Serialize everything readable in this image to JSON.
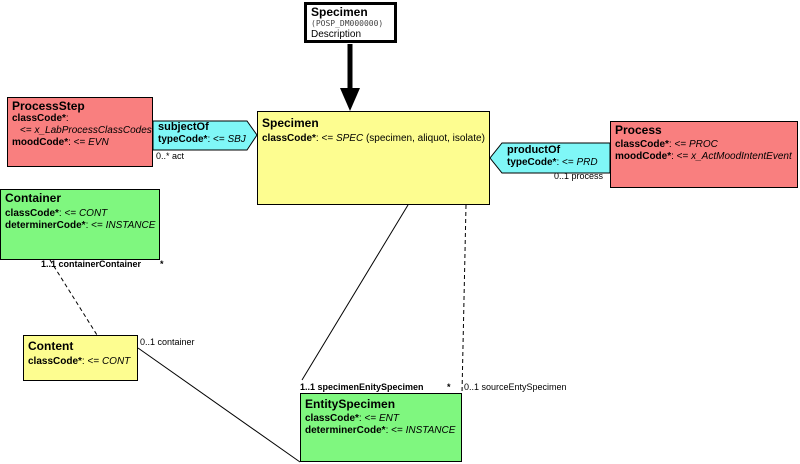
{
  "header": {
    "title": "Specimen",
    "code": "(POSP_DM000000)",
    "description": "Description"
  },
  "classes": {
    "process_step": {
      "title": "ProcessStep",
      "attrs": [
        {
          "name": "classCode*",
          "op": ":",
          "value": ""
        },
        {
          "name": "",
          "op": "<= ",
          "value": "x_LabProcessClassCodes"
        },
        {
          "name": "moodCode*",
          "op": ": <= ",
          "value": "EVN"
        }
      ]
    },
    "specimen": {
      "title": "Specimen",
      "attrs": [
        {
          "name": "classCode*",
          "op": ": <= ",
          "value": "SPEC",
          "extra": " (specimen, aliquot, isolate)"
        }
      ]
    },
    "process": {
      "title": "Process",
      "attrs": [
        {
          "name": "classCode*",
          "op": ": <= ",
          "value": "PROC"
        },
        {
          "name": "moodCode*",
          "op": ": <= ",
          "value": "x_ActMoodIntentEvent"
        }
      ]
    },
    "container": {
      "title": "Container",
      "attrs": [
        {
          "name": "classCode*",
          "op": ": <= ",
          "value": "CONT"
        },
        {
          "name": "determinerCode*",
          "op": ": <= ",
          "value": "INSTANCE"
        }
      ]
    },
    "content": {
      "title": "Content",
      "attrs": [
        {
          "name": "classCode*",
          "op": ": <= ",
          "value": "CONT"
        }
      ]
    },
    "entity_specimen": {
      "title": "EntitySpecimen",
      "attrs": [
        {
          "name": "classCode*",
          "op": ": <= ",
          "value": "ENT"
        },
        {
          "name": "determinerCode*",
          "op": ": <= ",
          "value": "INSTANCE"
        }
      ]
    }
  },
  "roles": {
    "subject_of": {
      "title": "subjectOf",
      "attr": {
        "name": "typeCode*",
        "op": ": <= ",
        "value": "SBJ"
      }
    },
    "product_of": {
      "title": "productOf",
      "attr": {
        "name": "typeCode*",
        "op": ": <= ",
        "value": "PRD"
      }
    }
  },
  "labels": {
    "act": "0..* act",
    "process": "0..1 process",
    "container_container": "1..1 containerContainer",
    "container_container_star": "*",
    "container": "0..1 container",
    "specimen_entity_specimen": "1..1 specimenEnitySpecimen",
    "specimen_entity_specimen_star": "*",
    "source_entity_specimen": "0..1 sourceEntySpecimen"
  },
  "colors": {
    "act_class": "#f97f7f",
    "role_class": "#fdfd90",
    "entity_class": "#7ff77f",
    "act_relationship": "#7ff7f7"
  }
}
